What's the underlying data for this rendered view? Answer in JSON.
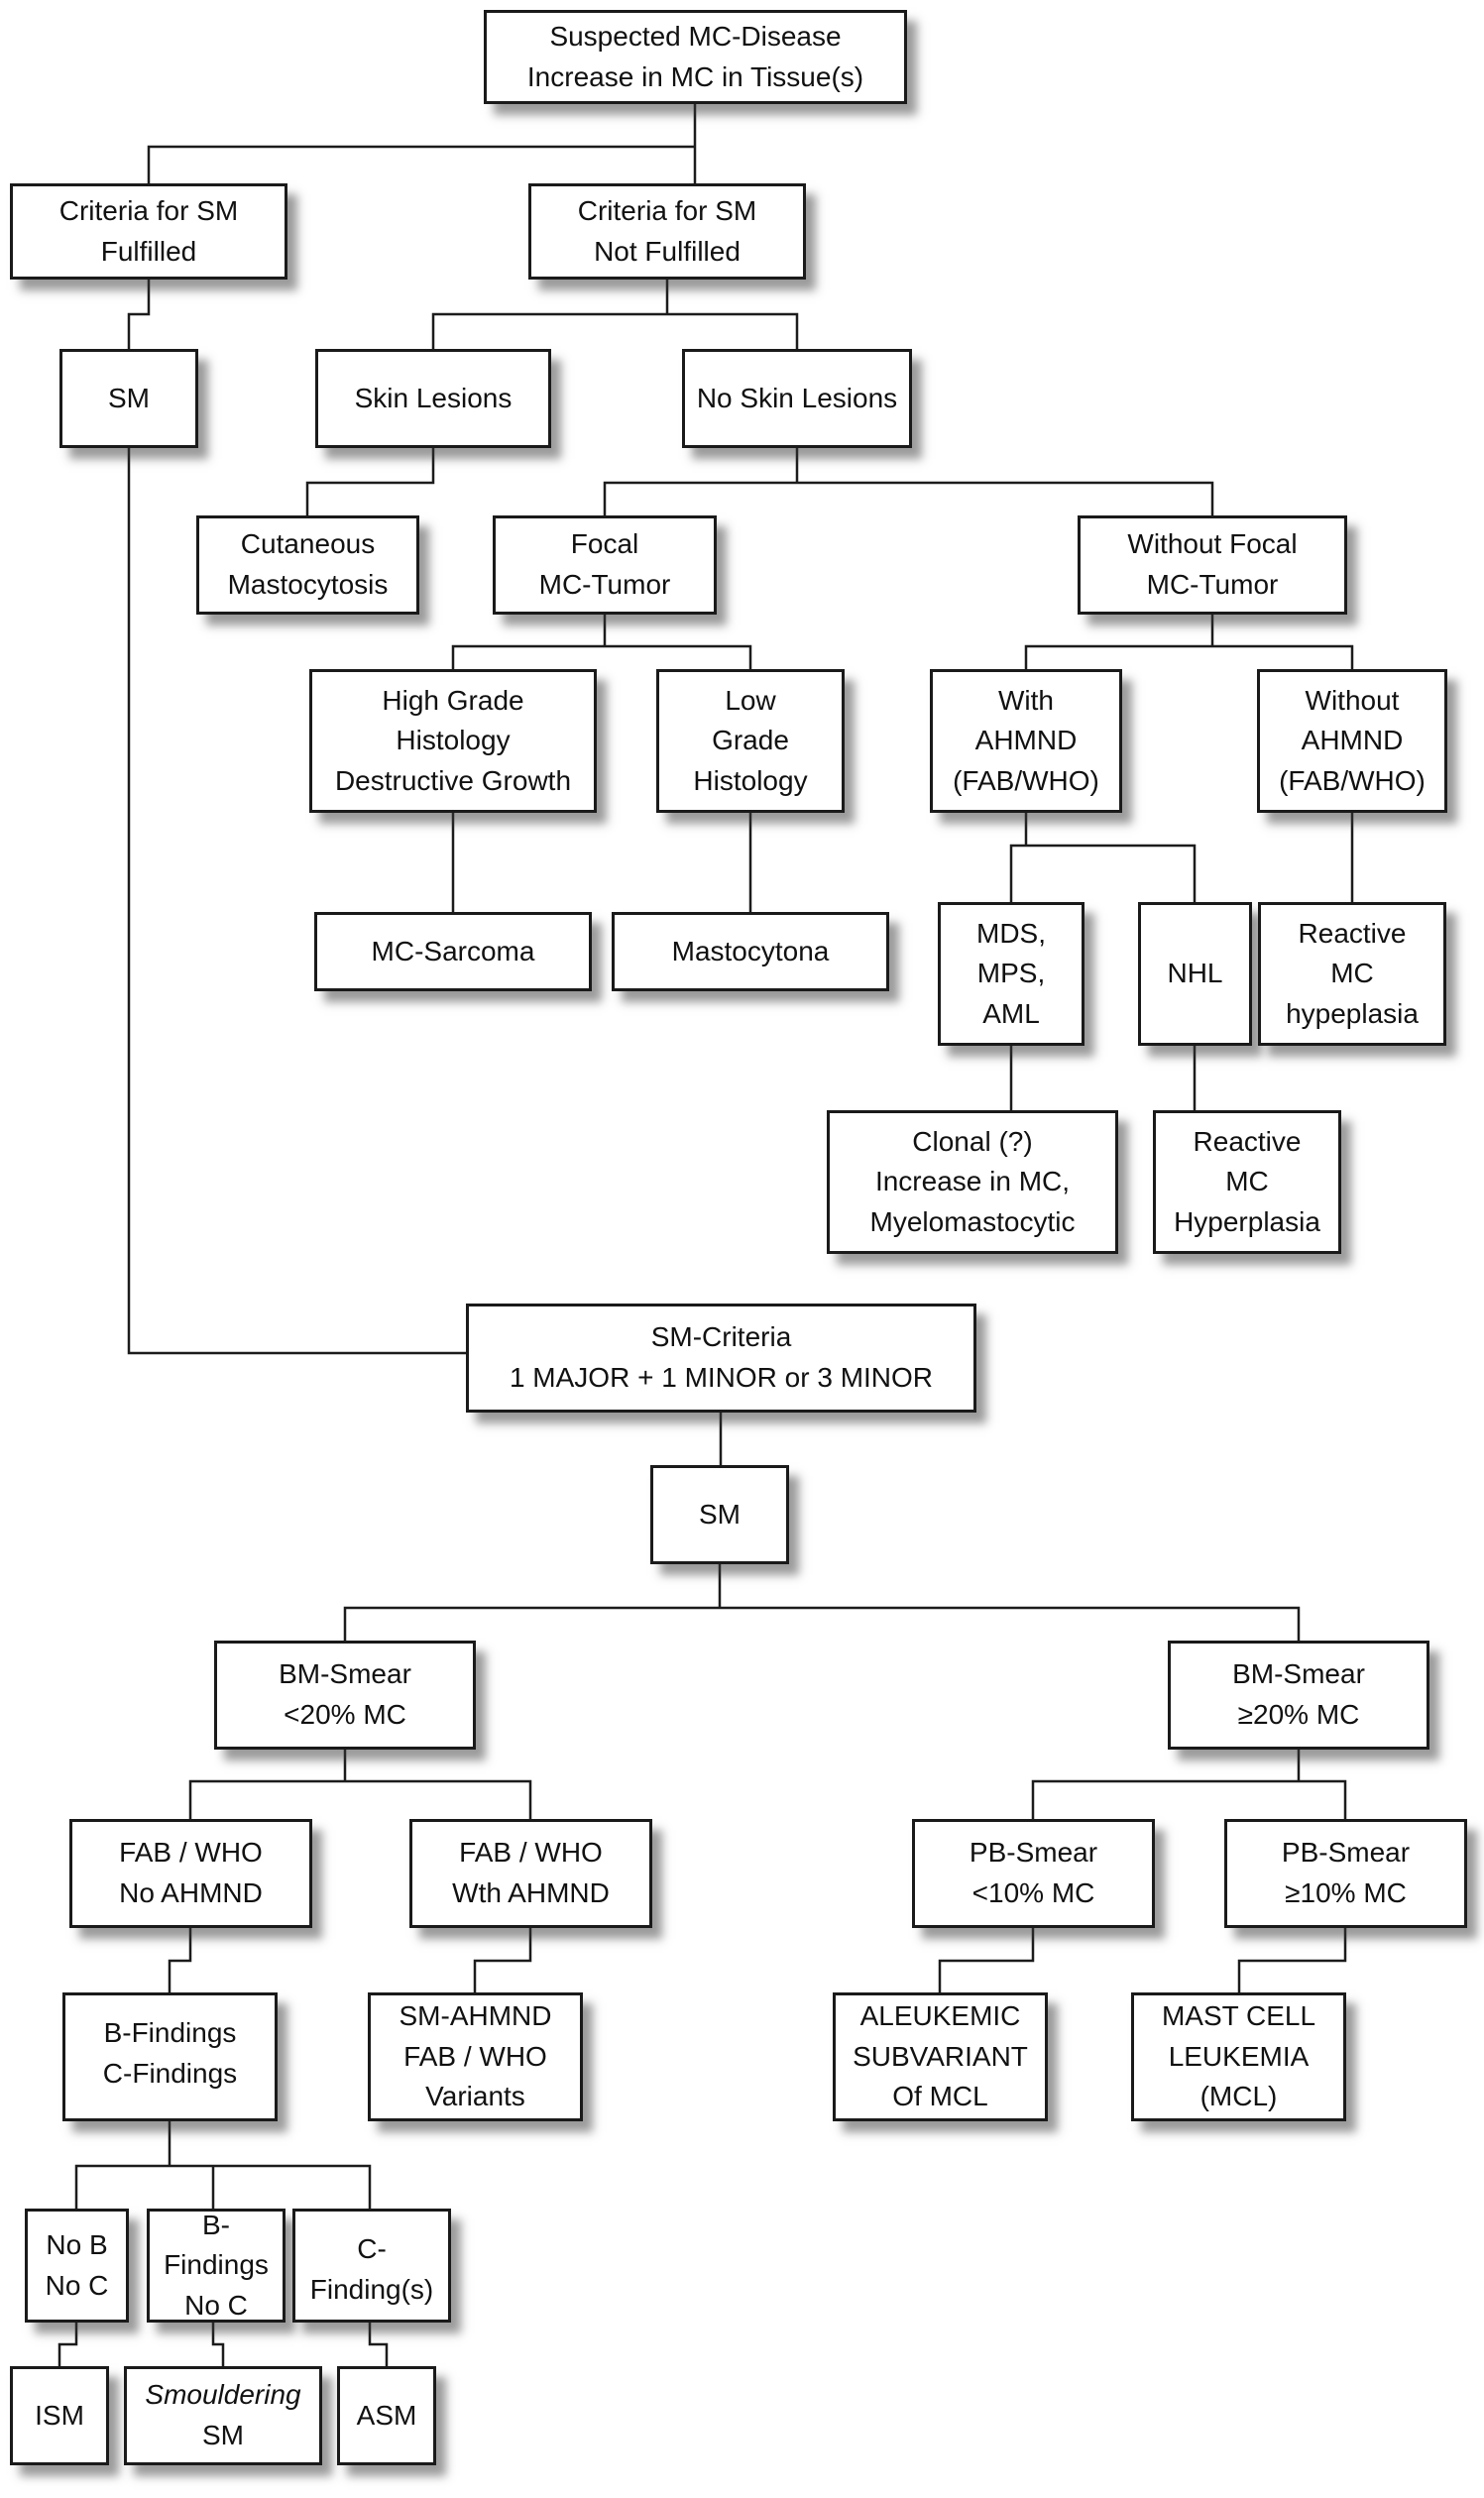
{
  "colors": {
    "box_fill": "#ffffff",
    "box_border": "#1a1a1a",
    "connector": "#1c1c1c",
    "shadow": "rgba(55,55,55,0.5)"
  },
  "nodes": {
    "suspected": {
      "lines": [
        "Suspected MC-Disease",
        "Increase in MC in Tissue(s)"
      ]
    },
    "criteria_fulfilled": {
      "lines": [
        "Criteria for SM",
        "Fulfilled"
      ]
    },
    "criteria_not_fulfilled": {
      "lines": [
        "Criteria for SM",
        "Not Fulfilled"
      ]
    },
    "sm1": {
      "lines": [
        "SM"
      ]
    },
    "skin_lesions": {
      "lines": [
        "Skin Lesions"
      ]
    },
    "no_skin_lesions": {
      "lines": [
        "No Skin Lesions"
      ]
    },
    "cutaneous": {
      "lines": [
        "Cutaneous",
        "Mastocytosis"
      ]
    },
    "focal": {
      "lines": [
        "Focal",
        "MC-Tumor"
      ]
    },
    "without_focal": {
      "lines": [
        "Without Focal",
        "MC-Tumor"
      ]
    },
    "high_grade": {
      "lines": [
        "High Grade",
        "Histology",
        "Destructive Growth"
      ]
    },
    "low_grade": {
      "lines": [
        "Low",
        "Grade",
        "Histology"
      ]
    },
    "with_ahmnd": {
      "lines": [
        "With",
        "AHMND",
        "(FAB/WHO)"
      ]
    },
    "without_ahmnd": {
      "lines": [
        "Without",
        "AHMND",
        "(FAB/WHO)"
      ]
    },
    "mc_sarcoma": {
      "lines": [
        "MC-Sarcoma"
      ]
    },
    "mastocytona": {
      "lines": [
        "Mastocytona"
      ]
    },
    "mds": {
      "lines": [
        "MDS,",
        "MPS,",
        "AML"
      ]
    },
    "nhl": {
      "lines": [
        "NHL"
      ]
    },
    "reactive_hypeplasia": {
      "lines": [
        "Reactive",
        "MC",
        "hypeplasia"
      ]
    },
    "clonal": {
      "lines": [
        "Clonal (?)",
        "Increase in MC,",
        "Myelomastocytic"
      ]
    },
    "reactive_hyperplasia": {
      "lines": [
        "Reactive",
        "MC",
        "Hyperplasia"
      ]
    },
    "sm_criteria": {
      "lines": [
        "SM-Criteria",
        "1 MAJOR + 1 MINOR or 3 MINOR"
      ]
    },
    "sm2": {
      "lines": [
        "SM"
      ]
    },
    "bm_smear_lt20": {
      "lines": [
        "BM-Smear",
        "<20% MC"
      ]
    },
    "bm_smear_ge20": {
      "lines": [
        "BM-Smear",
        "≥20% MC"
      ]
    },
    "fab_no_ahmnd": {
      "lines": [
        "FAB / WHO",
        "No AHMND"
      ]
    },
    "fab_wth_ahmnd": {
      "lines": [
        "FAB / WHO",
        "Wth AHMND"
      ]
    },
    "pb_smear_lt10": {
      "lines": [
        "PB-Smear",
        "<10% MC"
      ]
    },
    "pb_smear_ge10": {
      "lines": [
        "PB-Smear",
        "≥10% MC"
      ]
    },
    "b_c_findings": {
      "lines": [
        "B-Findings",
        "C-Findings"
      ]
    },
    "sm_ahmnd": {
      "lines": [
        "SM-AHMND",
        "FAB / WHO",
        "Variants"
      ]
    },
    "aleukemic": {
      "lines": [
        "ALEUKEMIC",
        "SUBVARIANT",
        "Of MCL"
      ]
    },
    "mcl": {
      "lines": [
        "MAST CELL",
        "LEUKEMIA",
        "(MCL)"
      ]
    },
    "no_b_no_c": {
      "lines": [
        "No B",
        "No C"
      ]
    },
    "b_findings_no_c": {
      "lines": [
        "B-Findings",
        "No C"
      ]
    },
    "c_findings": {
      "lines": [
        "C-Finding(s)"
      ]
    },
    "ism": {
      "lines": [
        "ISM"
      ]
    },
    "smouldering_sm": {
      "lines": [
        "Smouldering SM"
      ],
      "lead_italic": true
    },
    "asm": {
      "lines": [
        "ASM"
      ]
    }
  }
}
